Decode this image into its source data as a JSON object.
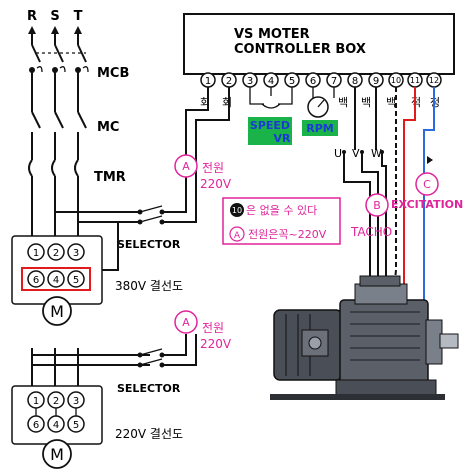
{
  "phases": [
    "R",
    "S",
    "T"
  ],
  "labels": {
    "mcb": "MCB",
    "mc": "MC",
    "tmr": "TMR",
    "selector": "SELECTOR"
  },
  "controller": {
    "title_line1": "VS MOTER",
    "title_line2": "CONTROLLER BOX",
    "terminals": [
      "1",
      "2",
      "3",
      "4",
      "5",
      "6",
      "7",
      "8",
      "9",
      "10",
      "11",
      "12"
    ],
    "terminal_labels": {
      "t1": "회",
      "t2": "회",
      "t8": "백",
      "t9": "백",
      "t10": "백",
      "t11": "적",
      "t12": "청"
    },
    "speed_vr_line1": "SPEED",
    "speed_vr_line2": "VR",
    "rpm": "RPM"
  },
  "callouts": {
    "a_letter": "A",
    "b_letter": "B",
    "c_letter": "C",
    "power": "전원",
    "voltage": "220V",
    "tacho": "TACHO",
    "excitation": "EXCITATION",
    "uvw": [
      "U",
      "V",
      "W"
    ]
  },
  "note_box": {
    "circled_10": "10",
    "line1": "은 없을 수 있다",
    "line2": "전원은꼭~220V"
  },
  "motor_380": {
    "top_row": [
      "1",
      "2",
      "3"
    ],
    "bottom_row": [
      "6",
      "4",
      "5"
    ],
    "motor_symbol": "M",
    "caption": "380V 결선도"
  },
  "motor_220": {
    "top_row": [
      "1",
      "2",
      "3"
    ],
    "bottom_row": [
      "6",
      "4",
      "5"
    ],
    "motor_symbol": "M",
    "caption": "220V 결선도"
  },
  "colors": {
    "accent_pink": "#e0249b",
    "speed_green": "#19b34a",
    "speed_text": "#1d39d8",
    "red_wire": "#e11b1b",
    "blue_wire": "#2b6be0"
  }
}
